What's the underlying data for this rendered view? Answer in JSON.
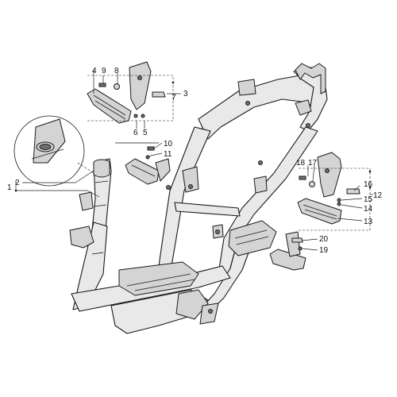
{
  "callouts": {
    "c1": "1",
    "c2": "2",
    "c3": "3",
    "c4": "4",
    "c5": "5",
    "c6": "6",
    "c7": "7",
    "c8": "8",
    "c9": "9",
    "c10": "10",
    "c11": "11",
    "c12": "12",
    "c13": "13",
    "c14": "14",
    "c15": "15",
    "c16": "16",
    "c17": "17",
    "c18": "18",
    "c19": "19",
    "c20": "20"
  },
  "colors": {
    "ink": "#1a1a1a",
    "fill": "#e9e9e9",
    "shade": "#6f6f6f"
  }
}
